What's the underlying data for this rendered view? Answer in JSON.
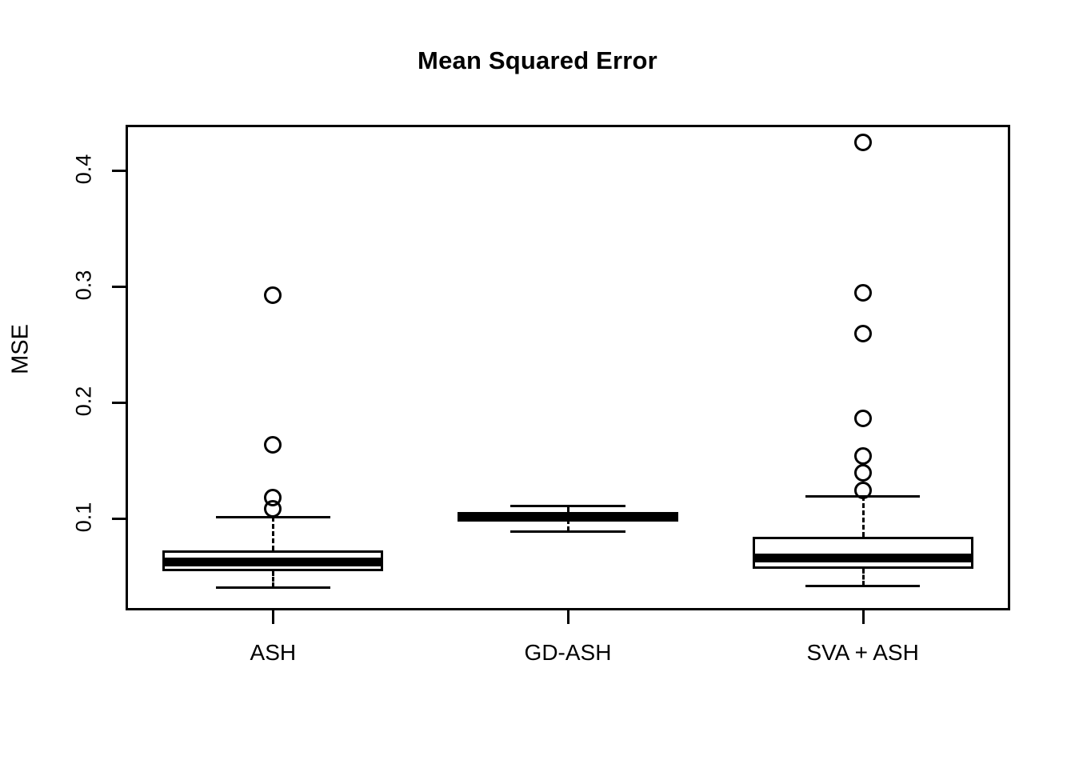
{
  "chart_data": {
    "type": "boxplot",
    "title": "Mean Squared Error",
    "xlabel": "",
    "ylabel": "MSE",
    "categories": [
      "ASH",
      "GD-ASH",
      "SVA + ASH"
    ],
    "ytick_labels": [
      "0.1",
      "0.2",
      "0.3",
      "0.4"
    ],
    "ytick_values": [
      0.1,
      0.2,
      0.3,
      0.4
    ],
    "ylim": [
      0.032,
      0.439
    ],
    "grid": false,
    "legend": "none",
    "boxes": [
      {
        "name": "ASH",
        "whisker_low": 0.0405,
        "q1": 0.0545,
        "median": 0.0625,
        "q3": 0.0725,
        "whisker_high": 0.1015,
        "outliers": [
          0.2925,
          0.1635,
          0.118,
          0.108
        ]
      },
      {
        "name": "GD-ASH",
        "whisker_low": 0.089,
        "q1": 0.0995,
        "median": 0.1015,
        "q3": 0.1055,
        "whisker_high": 0.111,
        "outliers": []
      },
      {
        "name": "SVA + ASH",
        "whisker_low": 0.042,
        "q1": 0.0565,
        "median": 0.0665,
        "q3": 0.084,
        "whisker_high": 0.1195,
        "outliers": [
          0.424,
          0.2945,
          0.259,
          0.186,
          0.154,
          0.139,
          0.124
        ]
      }
    ]
  },
  "colors": {
    "background": "#ffffff",
    "foreground": "#000000"
  }
}
